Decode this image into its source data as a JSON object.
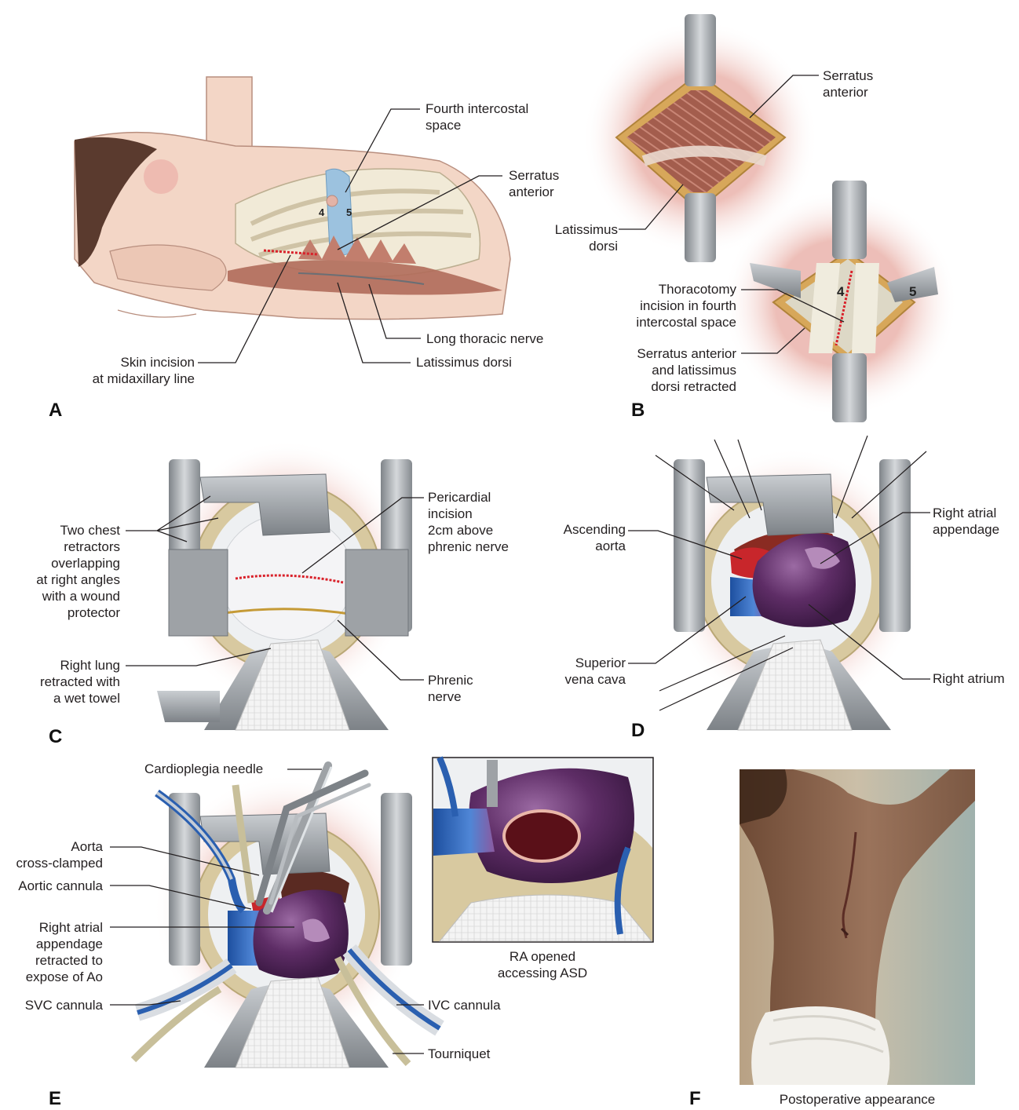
{
  "panels": {
    "a": {
      "letter": "A",
      "labels": {
        "fourth_intercostal": "Fourth intercostal\nspace",
        "serratus": "Serratus\nanterior",
        "long_thoracic": "Long thoracic nerve",
        "latissimus": "Latissimus dorsi",
        "skin_incision": "Skin incision\nat midaxillary line",
        "rib4": "4",
        "rib5": "5"
      }
    },
    "b": {
      "letter": "B",
      "labels": {
        "serratus": "Serratus\nanterior",
        "latissimus": "Latissimus\ndorsi",
        "thoracotomy": "Thoracotomy\nincision in fourth\nintercostal space",
        "retracted": "Serratus anterior\nand latissimus\ndorsi retracted",
        "rib4": "4",
        "rib5": "5"
      }
    },
    "c": {
      "letter": "C",
      "labels": {
        "retractors": "Two chest\nretractors\noverlapping\nat right angles\nwith a wound\nprotector",
        "pericardial": "Pericardial\nincision\n2cm above\nphrenic nerve",
        "lung": "Right lung\nretracted with\na wet towel",
        "phrenic": "Phrenic\nnerve"
      }
    },
    "d": {
      "letter": "D",
      "labels": {
        "ascending_aorta": "Ascending\naorta",
        "ra_appendage": "Right atrial\nappendage",
        "svc": "Superior\nvena cava",
        "right_atrium": "Right atrium"
      }
    },
    "e": {
      "letter": "E",
      "labels": {
        "cardioplegia": "Cardioplegia needle",
        "aorta_clamped": "Aorta\ncross-clamped",
        "aortic_cannula": "Aortic cannula",
        "ra_appendage": "Right atrial\nappendage\nretracted to\nexpose of Ao",
        "svc_cannula": "SVC cannula",
        "ivc_cannula": "IVC cannula",
        "tourniquet": "Tourniquet",
        "inset": "RA opened\naccessing ASD"
      }
    },
    "f": {
      "letter": "F",
      "caption": "Postoperative appearance"
    }
  },
  "colors": {
    "skin": "#f3d6c6",
    "muscle": "#b06b5a",
    "bone": "#f1ead7",
    "incision": "#d9212a",
    "retractor": "#9ea2a6",
    "aorta": "#c8262b",
    "atrium": "#5c2b63",
    "svc": "#2a5fb0",
    "photo_skin": "#8f6a53"
  }
}
